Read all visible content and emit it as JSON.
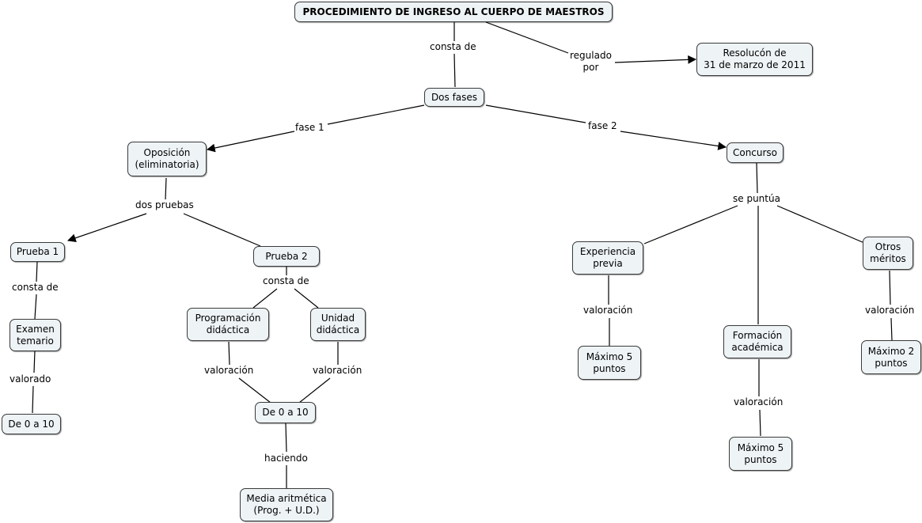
{
  "concept_map": {
    "nodes": {
      "title": "PROCEDIMIENTO DE INGRESO AL CUERPO DE MAESTROS",
      "resolucion": "Resolucón de\n31 de marzo de 2011",
      "dos_fases": "Dos fases",
      "oposicion": "Oposición\n(eliminatoria)",
      "concurso": "Concurso",
      "prueba1": "Prueba 1",
      "prueba2": "Prueba 2",
      "examen": "Examen\ntemario",
      "de0a10_left": "De 0 a 10",
      "programacion": "Programación\ndidáctica",
      "unidad": "Unidad\ndidáctica",
      "de0a10_mid": "De 0 a 10",
      "media": "Media aritmética\n(Prog. + U.D.)",
      "experiencia": "Experiencia\nprevia",
      "formacion": "Formación\nacadémica",
      "otros": "Otros\nméritos",
      "max5_a": "Máximo 5\npuntos",
      "max5_b": "Máximo 5\npuntos",
      "max2": "Máximo 2\npuntos"
    },
    "links": {
      "consta_de_top": "consta de",
      "regulado_por": "regulado\npor",
      "fase1": "fase 1",
      "fase2": "fase 2",
      "dos_pruebas": "dos pruebas",
      "se_puntua": "se puntúa",
      "consta_de_p1": "consta de",
      "valorado": "valorado",
      "consta_de_p2": "consta de",
      "valoracion_prog": "valoración",
      "valoracion_ud": "valoración",
      "haciendo": "haciendo",
      "valoracion_exp": "valoración",
      "valoracion_form": "valoración",
      "valoracion_otros": "valoración"
    }
  }
}
